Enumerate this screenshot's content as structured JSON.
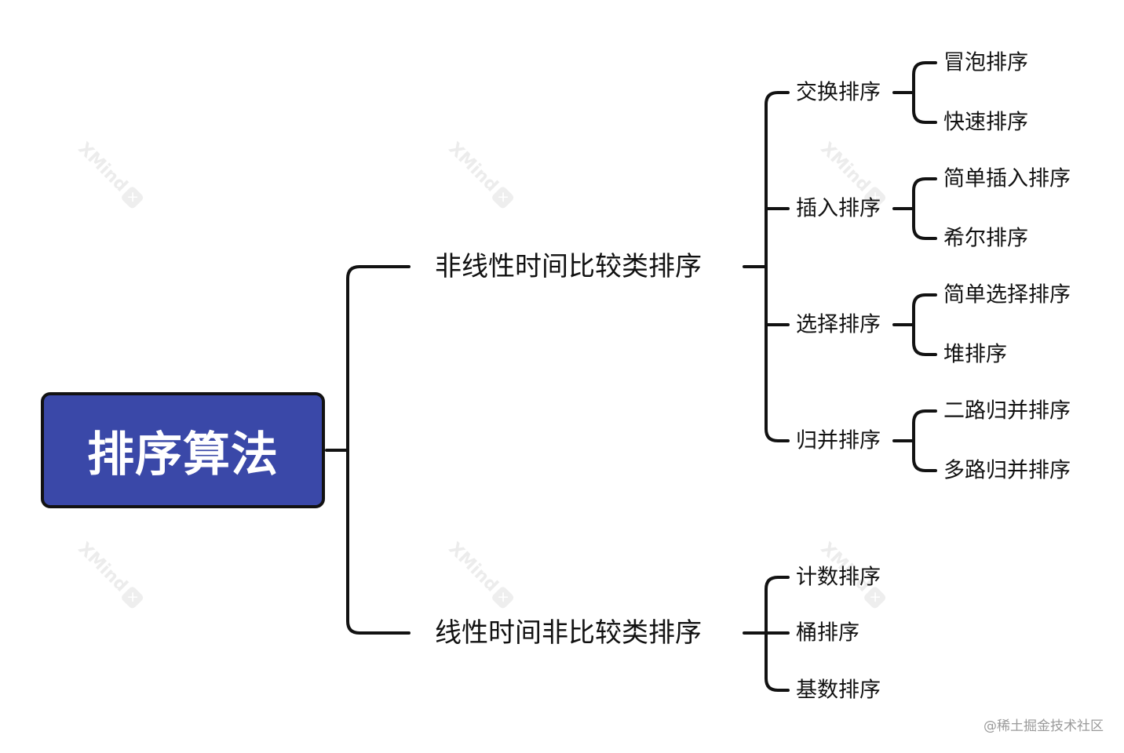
{
  "root": {
    "label": "排序算法"
  },
  "branches": [
    {
      "label": "非线性时间比较类排序",
      "children": [
        {
          "label": "交换排序",
          "children": [
            {
              "label": "冒泡排序"
            },
            {
              "label": "快速排序"
            }
          ]
        },
        {
          "label": "插入排序",
          "children": [
            {
              "label": "简单插入排序"
            },
            {
              "label": "希尔排序"
            }
          ]
        },
        {
          "label": "选择排序",
          "children": [
            {
              "label": "简单选择排序"
            },
            {
              "label": "堆排序"
            }
          ]
        },
        {
          "label": "归并排序",
          "children": [
            {
              "label": "二路归并排序"
            },
            {
              "label": "多路归并排序"
            }
          ]
        }
      ]
    },
    {
      "label": "线性时间非比较类排序",
      "children": [
        {
          "label": "计数排序"
        },
        {
          "label": "桶排序"
        },
        {
          "label": "基数排序"
        }
      ]
    }
  ],
  "watermark": "@稀土掘金技术社区",
  "background_watermark": "XMind",
  "colors": {
    "root_fill": "#3a48a8",
    "line": "#121212",
    "text": "#111111"
  }
}
